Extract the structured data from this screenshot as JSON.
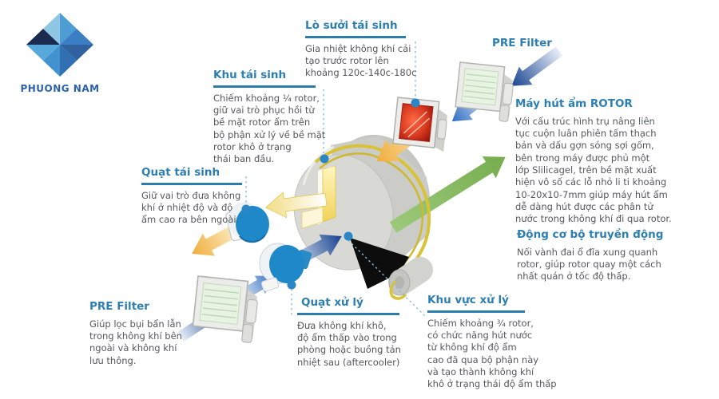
{
  "logo": {
    "text": "PHUONG NAM"
  },
  "labels": [
    {
      "id": "lo-suoi-tai-sinh",
      "title": "Lò sưởi tái sinh",
      "underline": true,
      "body": "Gia nhiệt không khí cải\ntạo trước rotor lên\nkhoảng 120c-140c-180c"
    },
    {
      "id": "pre-filter-top",
      "title": "PRE Filter",
      "underline": false,
      "body": ""
    },
    {
      "id": "may-hut-am-rotor",
      "title": "Máy hút ẩm ROTOR",
      "underline": false,
      "body": "Với cấu trúc hình trụ nâng liên\ntục cuộn luân phiên tấm thạch\nbản và dấu gợn sóng sợi gốm,\nbên trong máy được phủ một\nlớp Slilicagel, trên bề mặt xuất\nhiện vô số các lỗ nhỏ li ti khoảng\n10-20x10-7mm giúp máy hút ẩm\ndễ dàng hút được các phân tử\nnước trong không khí đi qua rotor."
    },
    {
      "id": "khu-tai-sinh",
      "title": "Khu tái sinh",
      "underline": true,
      "body": "Chiếm khoảng ¼ rotor,\ngiữ vai trò phục hồi từ\nbề mặt rotor ẩm trên\nbộ phận xử lý về bề mặt\nrotor khô ở trạng\nthái ban đầu."
    },
    {
      "id": "quat-tai-sinh",
      "title": "Quạt tái sinh",
      "underline": true,
      "body": "Giữ vai trò đưa không\nkhí ở nhiệt độ và độ\nẩm cao ra bên ngoài."
    },
    {
      "id": "pre-filter-bottom",
      "title": "PRE Filter",
      "underline": false,
      "body": "Giúp lọc bụi bẩn lẫn\ntrong không khí bên\nngoài và không khí\nlưu thông."
    },
    {
      "id": "quat-xu-ly",
      "title": "Quạt xử lý",
      "underline": true,
      "body": "Đưa không khí khô,\nđộ ẩm thấp vào trong\nphòng hoặc buồng tản\nnhiệt sau (aftercooler)"
    },
    {
      "id": "khu-vuc-xu-ly",
      "title": "Khu vực xử lý",
      "underline": true,
      "body": "Chiếm khoảng ¾ rotor,\ncó chức năng hút nước\ntừ không khí độ ẩm\ncao đã qua bộ phận này\nvà tạo thành không khí\nkhô ở trạng thái độ ẩm thấp"
    },
    {
      "id": "dong-co-bo-truyen-dong",
      "title": "Động cơ bộ truyền động",
      "underline": false,
      "body": "Nối vành đai ổ đĩa xung quanh\nrotor, giúp rotor quay một cách\nnhất quán ở tốc độ thấp."
    }
  ],
  "colors": {
    "heading": "#2d7fb2",
    "underline": "#2b7cab",
    "body_text": "#55585a",
    "logo_text": "#2a62ae",
    "dot": "#2a86c4",
    "dotted_line": "#8bbdde",
    "arrow_navy": "#16428f",
    "arrow_blue": "#2f6cc0",
    "arrow_yellow": "#f0ad3c",
    "arrow_green": "#86ba5f",
    "fan_blue": "#1f88c9",
    "belt_yellow": "#d8c337",
    "rotor_gray": "#d8d8d4",
    "heater_red": "#d93a1f",
    "filter_green": "#e9f3e3"
  }
}
